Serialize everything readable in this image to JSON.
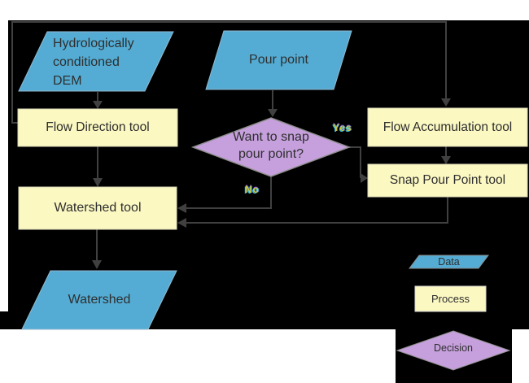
{
  "diagram": {
    "nodes": {
      "dem": {
        "lines": [
          "Hydrologically",
          "conditioned",
          "DEM"
        ]
      },
      "pour_point": {
        "label": "Pour point"
      },
      "flow_direction": {
        "label": "Flow Direction tool"
      },
      "flow_accumulation": {
        "label": "Flow Accumulation tool"
      },
      "snap_pour_point": {
        "label": "Snap Pour Point tool"
      },
      "decision": {
        "lines": [
          "Want to snap",
          "pour point?"
        ]
      },
      "watershed_tool": {
        "label": "Watershed tool"
      },
      "watershed": {
        "label": "Watershed"
      }
    },
    "edge_labels": {
      "yes": "Yes",
      "no": "No"
    },
    "legend": {
      "data_label": "Data",
      "process_label": "Process",
      "decision_label": "Decision"
    }
  },
  "colors": {
    "page": "#ffffff",
    "canvas": "#000000",
    "data_fill": "#54acd4",
    "data_stroke": "#8fb9cf",
    "process_fill": "#fbf8c2",
    "process_stroke": "#d9d9b8",
    "decision_fill": "#c6a0dd",
    "decision_stroke": "#8f8f8f",
    "legend_data_stroke": "#8a8a8a",
    "legend_process_stroke": "#d6d6d6",
    "connector": "#404040",
    "node_text": "#2e2e2e",
    "edge_label": "#cfc83a"
  }
}
